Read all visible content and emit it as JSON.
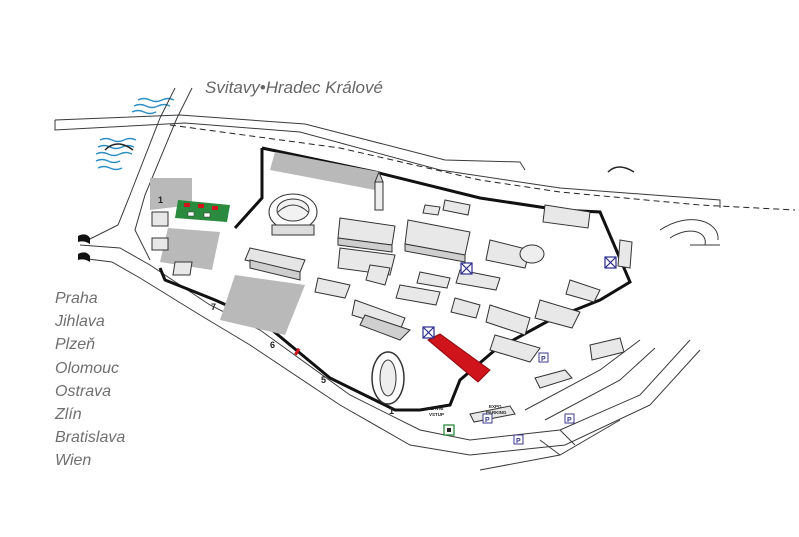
{
  "map": {
    "direction_north": "Svitavy•Hradec Králové",
    "destinations_west": [
      "Praha",
      "Jihlava",
      "Plzeň",
      "Olomouc",
      "Ostrava",
      "Zlín",
      "Bratislava",
      "Wien"
    ],
    "gates": [
      {
        "id": "gate-1-top",
        "label": "1"
      },
      {
        "id": "gate-7",
        "label": "7"
      },
      {
        "id": "gate-6",
        "label": "6"
      },
      {
        "id": "gate-5",
        "label": "5"
      },
      {
        "id": "gate-1-bottom",
        "label": "1"
      }
    ],
    "labels": {
      "hlavni_vstup_line1": "HLAVNÍ",
      "hlavni_vstup_line2": "VSTUP",
      "expo_parking_line1": "EXPO",
      "expo_parking_line2": "PARKING",
      "parking_symbol": "P"
    },
    "colors": {
      "highlight_building": "#d0141c",
      "green_area": "#2a8a3e",
      "gray_area": "#b9b9b9",
      "water": "#2b8fc4",
      "road_outline": "#3a3a3a"
    }
  }
}
